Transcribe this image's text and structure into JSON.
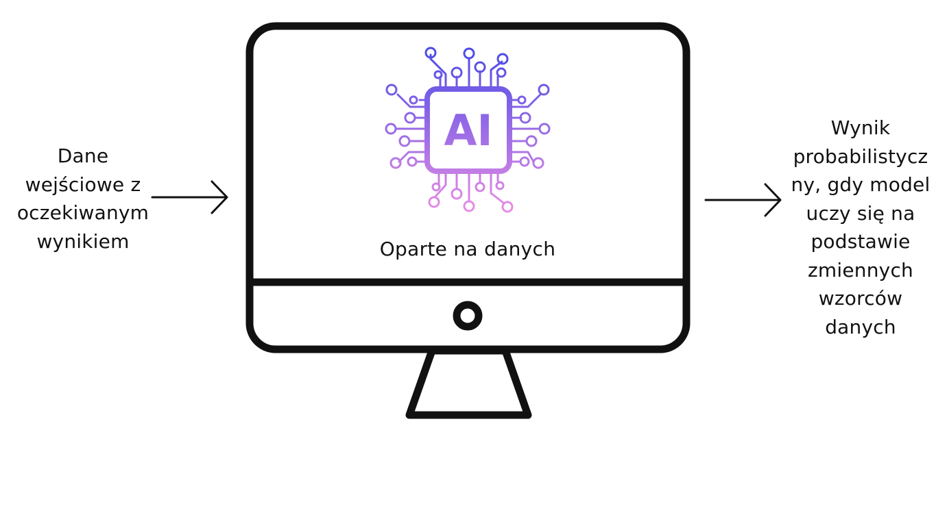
{
  "input": {
    "lines": [
      "Dane",
      "wejściowe z",
      "oczekiwanym",
      "wynikiem"
    ]
  },
  "output": {
    "lines": [
      "Wynik",
      "probabilistycz",
      "ny, gdy model",
      "uczy się na",
      "podstawie",
      "zmiennych",
      "wzorców",
      "danych"
    ]
  },
  "monitor": {
    "chip_label": "AI",
    "screen_label": "Oparte na danych"
  },
  "colors": {
    "outline": "#111111",
    "gradient_top": "#4a4ae6",
    "gradient_bottom": "#e98ee5"
  },
  "icons": [
    "ai-chip-icon",
    "right-arrow-icon"
  ]
}
